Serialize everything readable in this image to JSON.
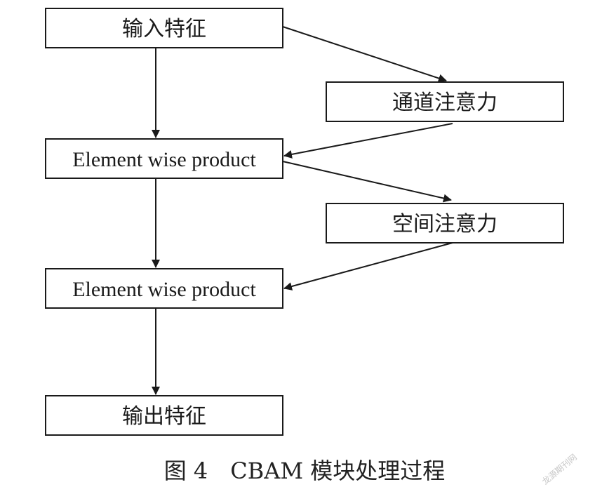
{
  "nodes": {
    "input_feature": "输入特征",
    "channel_attention": "通道注意力",
    "element_wise_1": "Element wise product",
    "spatial_attention": "空间注意力",
    "element_wise_2": "Element wise product",
    "output_feature": "输出特征"
  },
  "caption": "图 4　CBAM 模块处理过程",
  "watermark": "龙源期刊网"
}
